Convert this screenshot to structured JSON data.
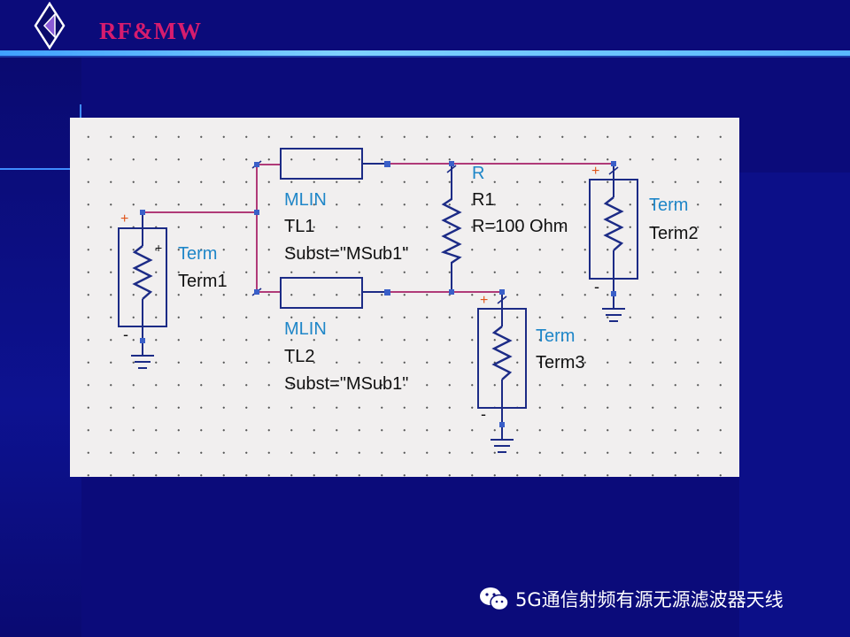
{
  "slide": {
    "brand": "RF&MW",
    "footer_text": "5G通信射频有源无源滤波器天线"
  },
  "colors": {
    "background": "#0b0b7a",
    "brand": "#d61c6e",
    "wire": "#b03a78",
    "label_cyan": "#1e86c8",
    "node": "#3a5fc8"
  },
  "icons": {
    "logo": "diamond-arrow-logo-icon",
    "footer": "wechat-icon"
  },
  "schematic": {
    "tl1": {
      "type": "MLIN",
      "name": "TL1",
      "subst": "Subst=\"MSub1\""
    },
    "tl2": {
      "type": "MLIN",
      "name": "TL2",
      "subst": "Subst=\"MSub1\""
    },
    "r1": {
      "type": "R",
      "name": "R1",
      "value": "R=100 Ohm"
    },
    "term1": {
      "type": "Term",
      "name": "Term1"
    },
    "term2": {
      "type": "Term",
      "name": "Term2"
    },
    "term3": {
      "type": "Term",
      "name": "Term3"
    },
    "plus": "+",
    "minus": "-"
  }
}
